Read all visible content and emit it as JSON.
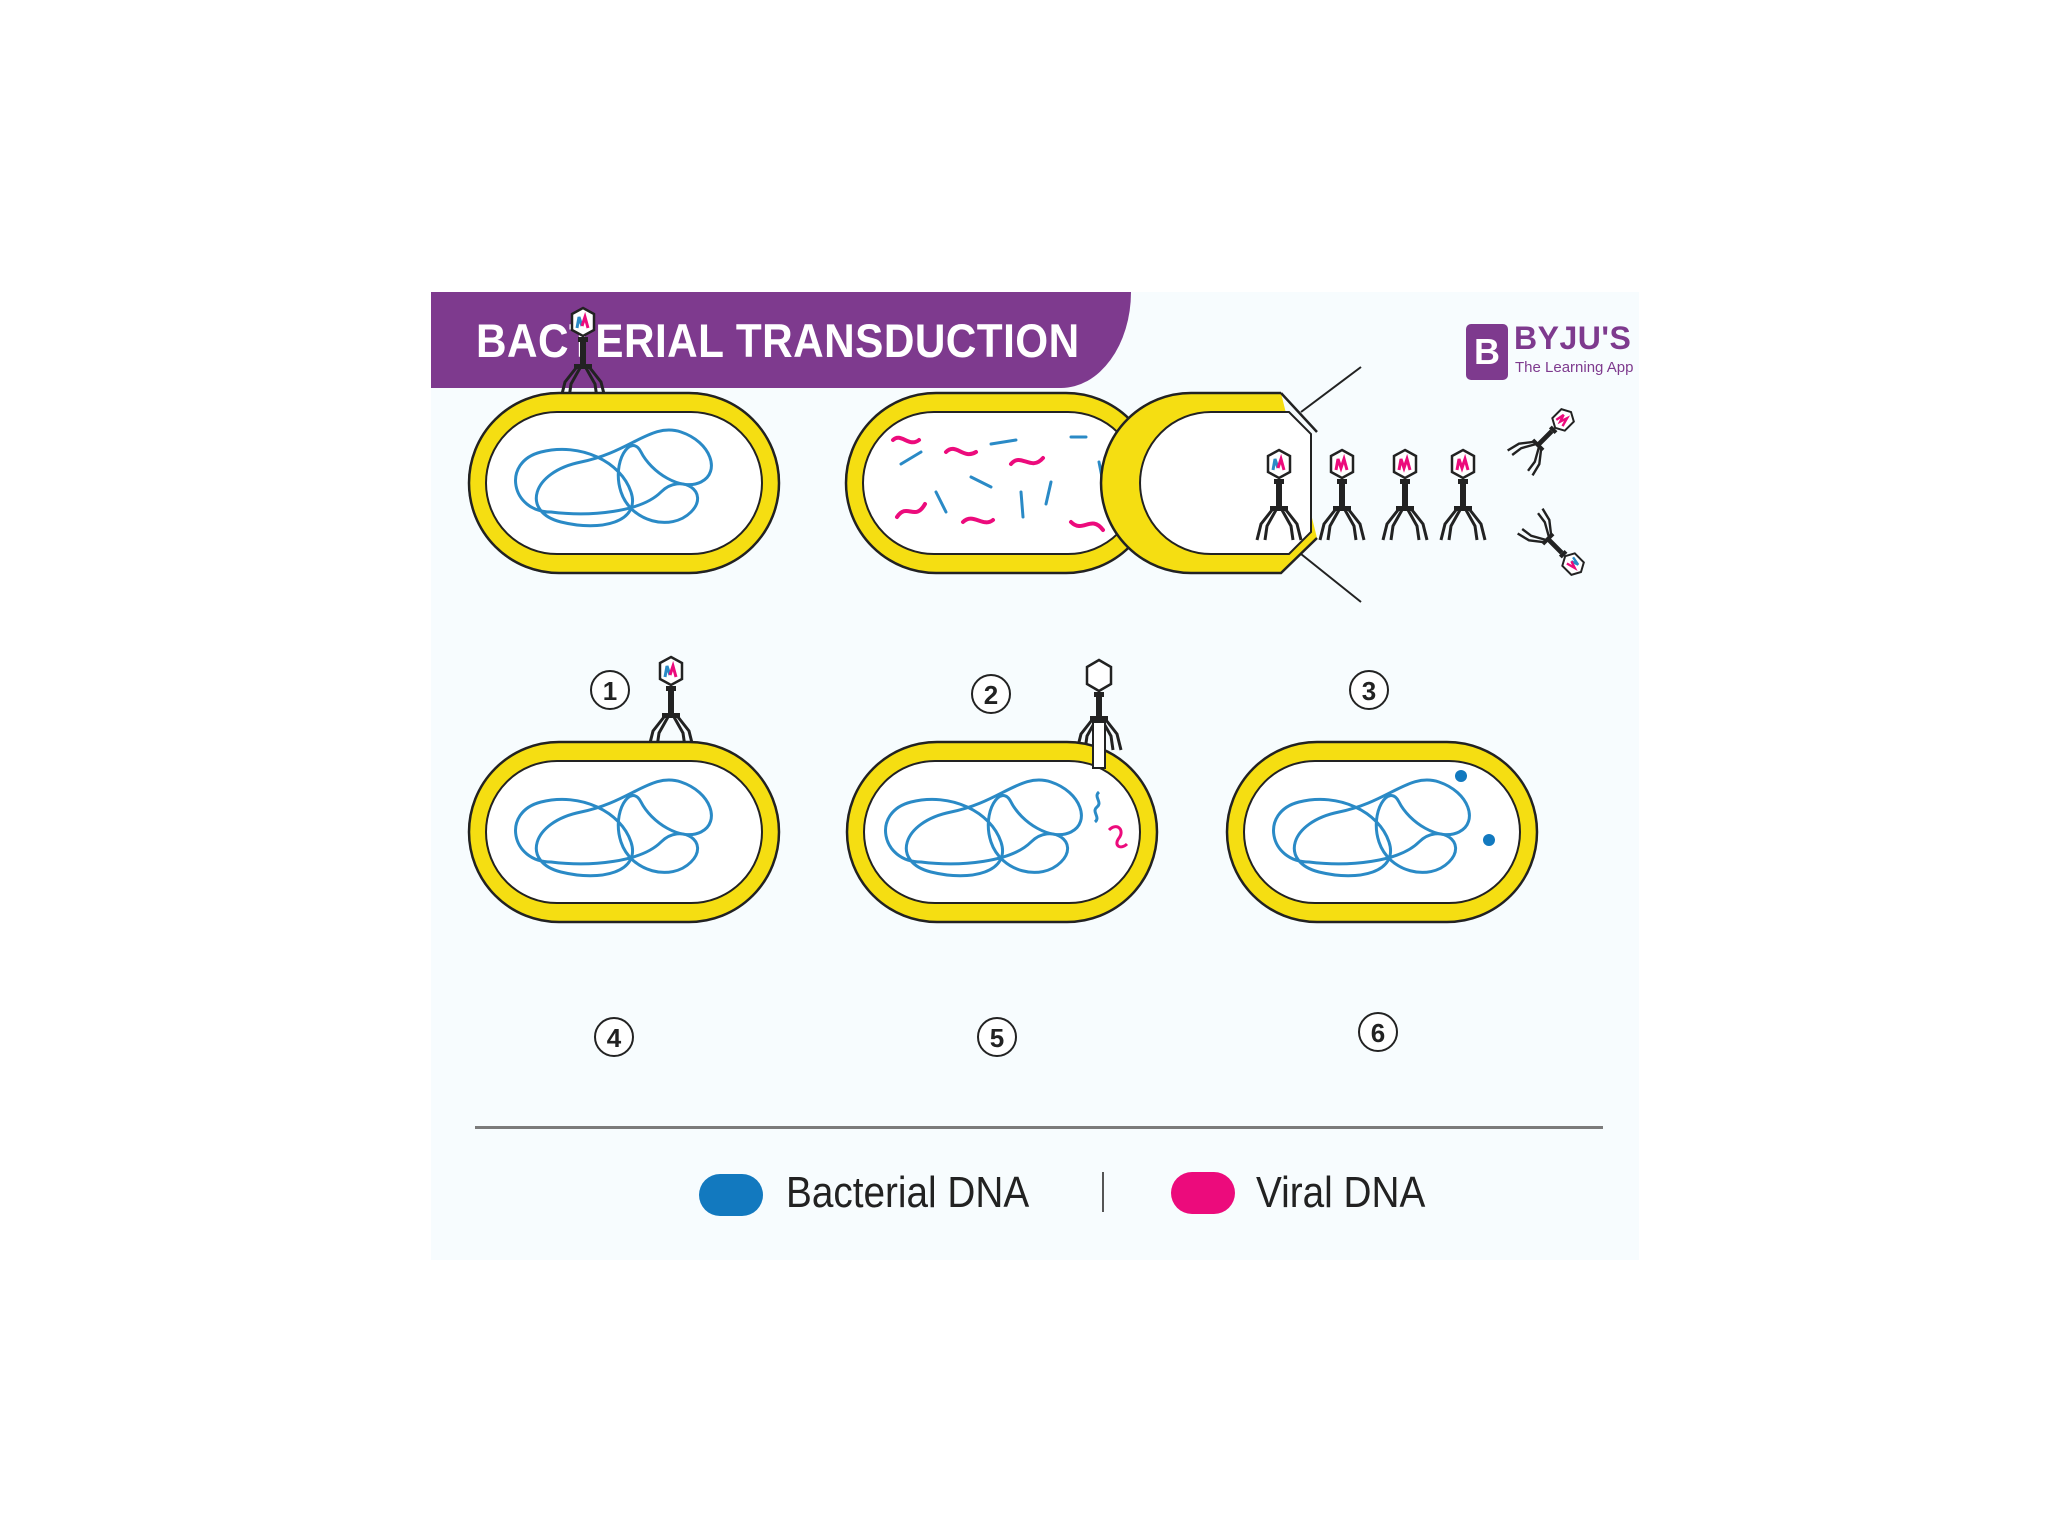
{
  "title": "BACTERIAL TRANSDUCTION",
  "brand": {
    "mark": "B",
    "name": "BYJU'S",
    "tagline": "The Learning App"
  },
  "steps": [
    {
      "number": "1"
    },
    {
      "number": "2"
    },
    {
      "number": "3"
    },
    {
      "number": "4"
    },
    {
      "number": "5"
    },
    {
      "number": "6"
    }
  ],
  "legend": [
    {
      "label": "Bacterial DNA",
      "color": "#1279bf"
    },
    {
      "label": "Viral DNA",
      "color": "#ec0b7c"
    }
  ],
  "colors": {
    "banner": "#7e3a8e",
    "cell_wall": "#f5de12",
    "cell_outline": "#222222",
    "bacterial_dna": "#2a8ac6",
    "viral_dna": "#ec0b7c"
  }
}
